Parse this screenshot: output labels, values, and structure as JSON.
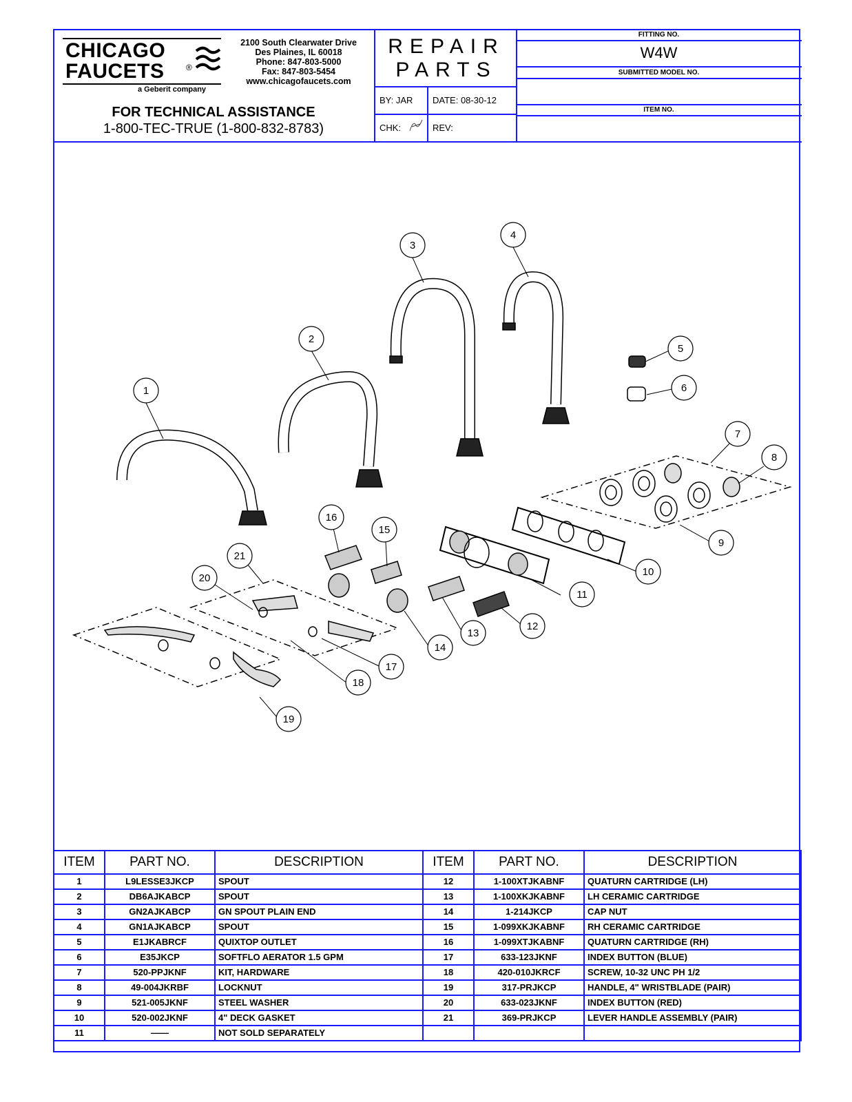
{
  "header": {
    "logo_line1": "CHICAGO",
    "logo_line2": "FAUCETS",
    "logo_reg": "®",
    "logo_sub": "a Geberit company",
    "address": [
      "2100 South Clearwater Drive",
      "Des Plaines, IL 60018",
      "Phone: 847-803-5000",
      "Fax: 847-803-5454",
      "www.chicagofaucets.com"
    ],
    "tech_title": "FOR TECHNICAL ASSISTANCE",
    "tech_phone": "1-800-TEC-TRUE (1-800-832-8783)",
    "title_line1": "REPAIR",
    "title_line2": "PARTS",
    "by_label": "BY:",
    "by_value": "JAR",
    "date_label": "DATE:",
    "date_value": "08-30-12",
    "chk_label": "CHK:",
    "rev_label": "REV:",
    "fitting_label": "FITTING NO.",
    "fitting_value": "W4W",
    "model_label": "SUBMITTED MODEL NO.",
    "model_value": "",
    "item_label": "ITEM NO.",
    "item_value": ""
  },
  "diagram": {
    "callouts": [
      "1",
      "2",
      "3",
      "4",
      "5",
      "6",
      "7",
      "8",
      "9",
      "10",
      "11",
      "12",
      "13",
      "14",
      "15",
      "16",
      "17",
      "18",
      "19",
      "20",
      "21"
    ]
  },
  "table": {
    "headers": [
      "ITEM",
      "PART NO.",
      "DESCRIPTION",
      "ITEM",
      "PART NO.",
      "DESCRIPTION"
    ],
    "left": [
      {
        "item": "1",
        "part": "L9LESSE3JKCP",
        "desc": "SPOUT"
      },
      {
        "item": "2",
        "part": "DB6AJKABCP",
        "desc": "SPOUT"
      },
      {
        "item": "3",
        "part": "GN2AJKABCP",
        "desc": "GN SPOUT PLAIN END"
      },
      {
        "item": "4",
        "part": "GN1AJKABCP",
        "desc": "SPOUT"
      },
      {
        "item": "5",
        "part": "E1JKABRCF",
        "desc": "QUIXTOP OUTLET"
      },
      {
        "item": "6",
        "part": "E35JKCP",
        "desc": "SOFTFLO AERATOR 1.5 GPM"
      },
      {
        "item": "7",
        "part": "520-PPJKNF",
        "desc": "KIT, HARDWARE"
      },
      {
        "item": "8",
        "part": "49-004JKRBF",
        "desc": "LOCKNUT"
      },
      {
        "item": "9",
        "part": "521-005JKNF",
        "desc": "STEEL WASHER"
      },
      {
        "item": "10",
        "part": "520-002JKNF",
        "desc": "4\" DECK GASKET"
      },
      {
        "item": "11",
        "part": "——",
        "desc": "NOT SOLD SEPARATELY"
      }
    ],
    "right": [
      {
        "item": "12",
        "part": "1-100XTJKABNF",
        "desc": "QUATURN CARTRIDGE (LH)"
      },
      {
        "item": "13",
        "part": "1-100XKJKABNF",
        "desc": "LH CERAMIC CARTRIDGE"
      },
      {
        "item": "14",
        "part": "1-214JKCP",
        "desc": "CAP NUT"
      },
      {
        "item": "15",
        "part": "1-099XKJKABNF",
        "desc": "RH CERAMIC CARTRIDGE"
      },
      {
        "item": "16",
        "part": "1-099XTJKABNF",
        "desc": "QUATURN CARTRIDGE (RH)"
      },
      {
        "item": "17",
        "part": "633-123JKNF",
        "desc": "INDEX BUTTON (BLUE)"
      },
      {
        "item": "18",
        "part": "420-010JKRCF",
        "desc": "SCREW, 10-32 UNC PH 1/2"
      },
      {
        "item": "19",
        "part": "317-PRJKCP",
        "desc": "HANDLE, 4\" WRISTBLADE (PAIR)"
      },
      {
        "item": "20",
        "part": "633-023JKNF",
        "desc": "INDEX BUTTON (RED)"
      },
      {
        "item": "21",
        "part": "369-PRJKCP",
        "desc": "LEVER HANDLE ASSEMBLY (PAIR)"
      },
      {
        "item": "",
        "part": "",
        "desc": ""
      }
    ]
  },
  "colors": {
    "border": "#1a1aff",
    "ink": "#000000"
  }
}
